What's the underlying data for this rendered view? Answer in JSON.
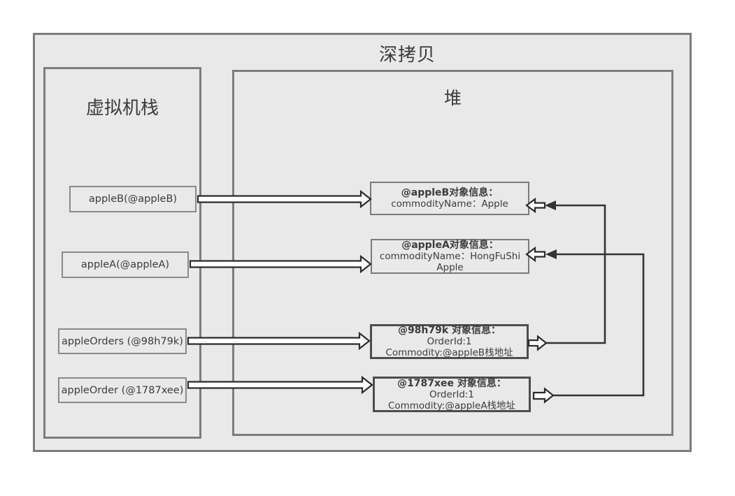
{
  "diagram": {
    "title": "深拷贝",
    "stack": {
      "title": "虚拟机栈",
      "frames": [
        {
          "label": "appleB(@appleB)"
        },
        {
          "label": "appleA(@appleA)"
        },
        {
          "label": "appleOrders (@98h79k)"
        },
        {
          "label": "appleOrder (@1787xee)"
        }
      ]
    },
    "heap": {
      "title": "堆",
      "objects": [
        {
          "heading": "@appleB对象信息：",
          "lines": [
            "commodityName：Apple"
          ]
        },
        {
          "heading": "@appleA对象信息：",
          "lines": [
            "commodityName：HongFuShi",
            "Apple"
          ]
        },
        {
          "heading": "@98h79k 对象信息：",
          "lines": [
            "OrderId:1",
            "Commodity:@appleB栈地址"
          ]
        },
        {
          "heading": "@1787xee 对象信息：",
          "lines": [
            "OrderId:1",
            "Commodity:@appleA栈地址"
          ]
        }
      ]
    },
    "edges": [
      {
        "from": "stack-frame-appleB",
        "to": "heap-object-appleB",
        "style": "hollow-arrow"
      },
      {
        "from": "stack-frame-appleA",
        "to": "heap-object-appleA",
        "style": "hollow-arrow"
      },
      {
        "from": "stack-frame-appleOrders",
        "to": "heap-object-98h79k",
        "style": "hollow-arrow"
      },
      {
        "from": "stack-frame-appleOrder",
        "to": "heap-object-1787xee",
        "style": "hollow-arrow"
      },
      {
        "from": "heap-object-98h79k",
        "to": "heap-object-appleB",
        "style": "reference-line"
      },
      {
        "from": "heap-object-1787xee",
        "to": "heap-object-appleA",
        "style": "reference-line"
      }
    ],
    "colors": {
      "canvas_fill": "#e9e9e9",
      "frame_border": "#7d7d7d",
      "object_border_dark": "#4d4d4d",
      "arrow_fill": "#ffffff",
      "line": "#333333",
      "text": "#3b3b3b"
    }
  }
}
